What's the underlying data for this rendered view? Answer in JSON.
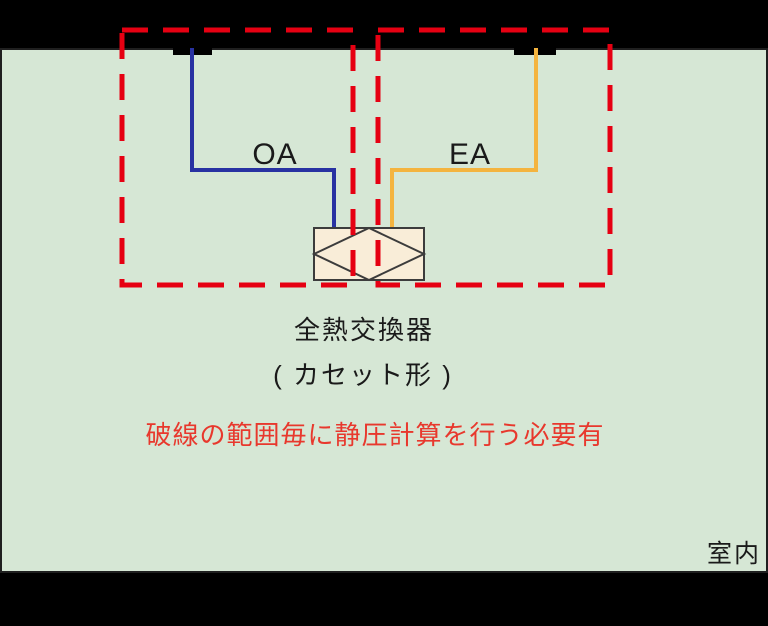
{
  "diagram": {
    "title_implicit": "全熱交換器 ダクト静圧計算 概念図",
    "labels": {
      "oa": "OA",
      "ea": "EA",
      "unit_name": "全熱交換器",
      "unit_type": "( カセット形 )",
      "note": "破線の範囲毎に静圧計算を行う必要有",
      "room": "室内"
    },
    "colors": {
      "slab_black": "#000000",
      "room_fill": "#d6e7d5",
      "room_border": "#1f1f1f",
      "dash_red": "#e60012",
      "note_red": "#e8382d",
      "oa_line_blue": "#2832a2",
      "ea_line_orange": "#f4b43f",
      "unit_fill": "#f9edd8",
      "unit_stroke": "#3c3c3c",
      "text_black": "#1a1a1a"
    }
  }
}
